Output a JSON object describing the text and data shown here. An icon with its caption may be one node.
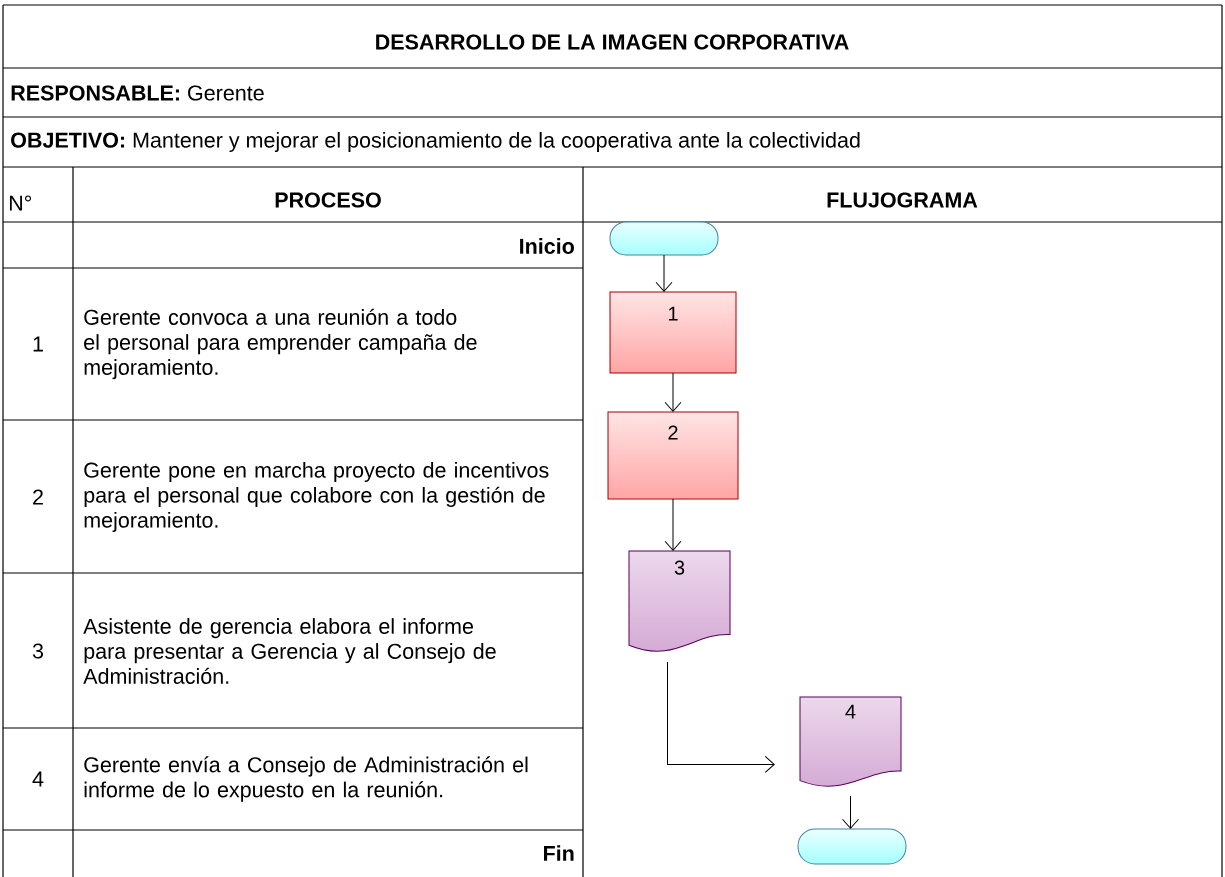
{
  "diagram": {
    "title": "DESARROLLO DE LA IMAGEN CORPORATIVA",
    "nodes": [
      {
        "text": [],
        "shape": "terminator"
      },
      {
        "text": [
          "1"
        ]
      },
      {
        "text": [
          "2"
        ]
      },
      {
        "text": [
          "3"
        ]
      },
      {
        "text": [
          "4"
        ]
      },
      {
        "text": [],
        "shape": "terminator"
      }
    ],
    "edges": [
      {
        "from": 0,
        "to": 1,
        "arrow": "to"
      },
      {
        "from": 1,
        "to": 2,
        "arrow": "to"
      },
      {
        "from": 2,
        "to": 3,
        "arrow": "to"
      },
      {
        "from": 3,
        "to": 4,
        "arrow": "to"
      },
      {
        "from": 4,
        "to": 5,
        "arrow": "to"
      }
    ],
    "labels": [
      "**RESPONSABLE:** Gerente",
      "**OBJETIVO:** Mantener y mejorar el posicionamiento de la cooperativa ante la colectividad",
      "N°",
      "PROCESO",
      "FLUJOGRAMA",
      "Inicio",
      "1",
      "Gerente convoca a una reunión a todo el personal para emprender campaña de mejoramiento.",
      "2",
      "Gerente pone en marcha proyecto de incentivos para el personal que colabore con la gestión de mejoramiento.",
      "3",
      "Asistente de gerencia elabora el informe para presentar a Gerencia y al Consejo de Administración.",
      "4",
      "Gerente envía a Consejo de Administración el informe de lo expuesto en la reunión.",
      "Fin"
    ]
  }
}
